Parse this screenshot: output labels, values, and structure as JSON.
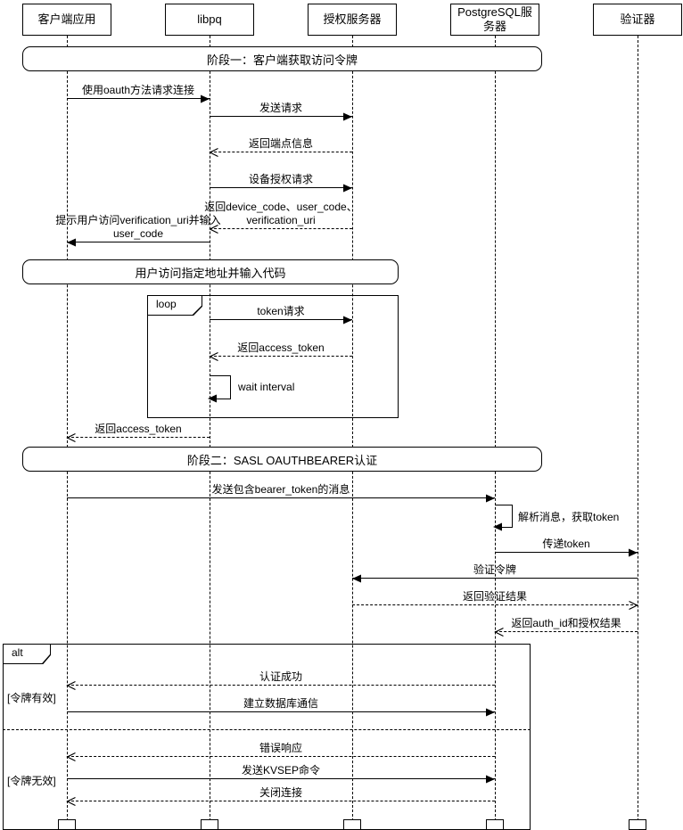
{
  "diagram": {
    "participants": [
      {
        "name": "客户端应用"
      },
      {
        "name": "libpq"
      },
      {
        "name": "授权服务器"
      },
      {
        "name": "PostgreSQL服务器"
      },
      {
        "name": "验证器"
      }
    ],
    "banners": [
      {
        "label": "阶段一：客户端获取访问令牌"
      },
      {
        "label": "用户访问指定地址并输入代码"
      },
      {
        "label": "阶段二：SASL OAUTHBEARER认证"
      }
    ],
    "fragments": {
      "loop": {
        "label": "loop"
      },
      "alt": {
        "label": "alt",
        "guards": [
          {
            "label": "[令牌有效]"
          },
          {
            "label": "[令牌无效]"
          }
        ]
      }
    },
    "messages": [
      {
        "label": "使用oauth方法请求连接"
      },
      {
        "label": "发送请求"
      },
      {
        "label": "返回端点信息"
      },
      {
        "label": "设备授权请求"
      },
      {
        "label": "返回device_code、user_code、verification_uri"
      },
      {
        "label": "提示用户访问verification_uri并输入user_code"
      },
      {
        "label": "token请求"
      },
      {
        "label": "返回access_token"
      },
      {
        "label": "wait interval"
      },
      {
        "label": "返回access_token"
      },
      {
        "label": "发送包含bearer_token的消息"
      },
      {
        "label": "解析消息，获取token"
      },
      {
        "label": "传递token"
      },
      {
        "label": "验证令牌"
      },
      {
        "label": "返回验证结果"
      },
      {
        "label": "返回auth_id和授权结果"
      },
      {
        "label": "认证成功"
      },
      {
        "label": "建立数据库通信"
      },
      {
        "label": "错误响应"
      },
      {
        "label": "发送KVSEP命令"
      },
      {
        "label": "关闭连接"
      }
    ],
    "colors": {
      "stroke": "#000000",
      "background": "#ffffff"
    }
  }
}
